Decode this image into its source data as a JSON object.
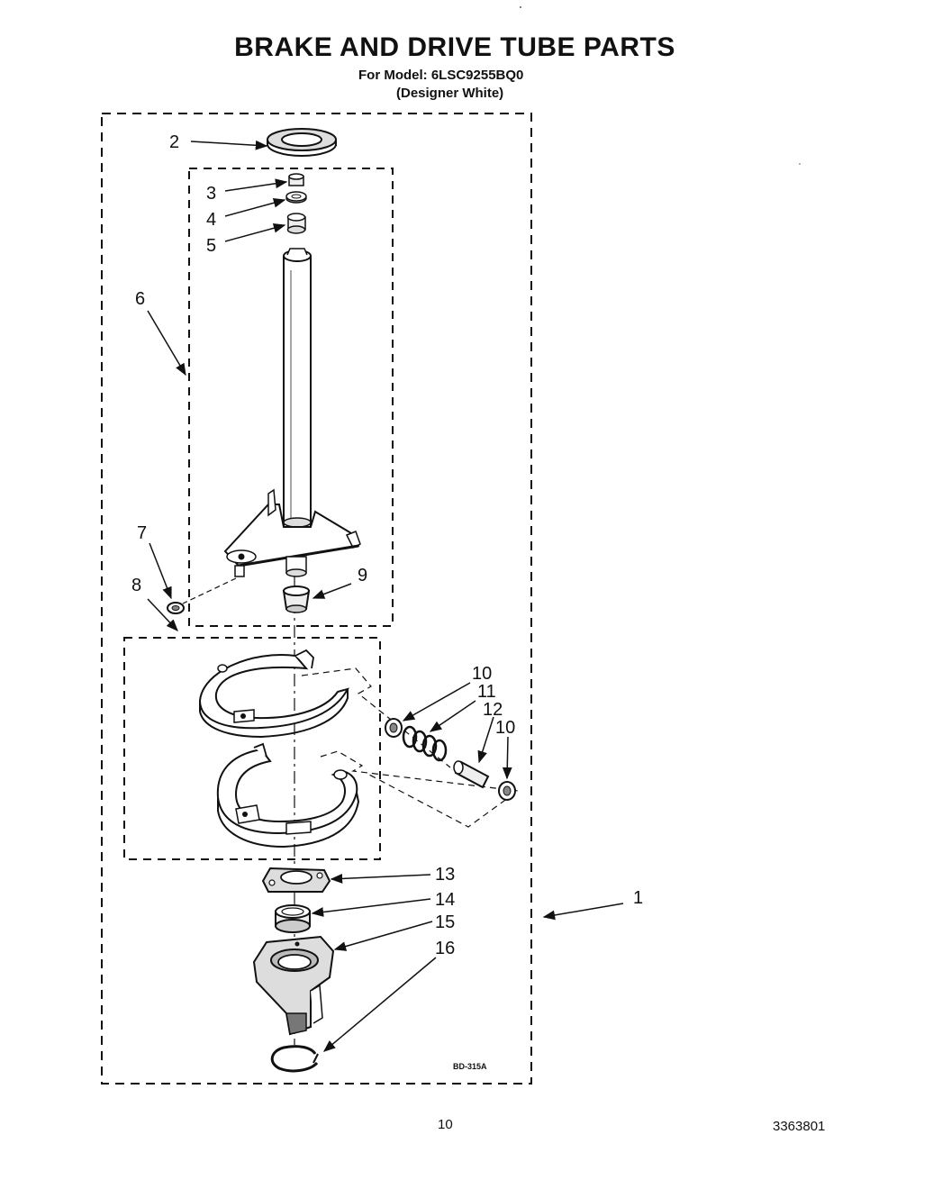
{
  "title": "BRAKE AND DRIVE TUBE PARTS",
  "model_line": "For Model: 6LSC9255BQ0",
  "variant_line": "(Designer White)",
  "diagram_code": "BD-315A",
  "page_number": "10",
  "document_number": "3363801",
  "callouts": {
    "c1": "1",
    "c2": "2",
    "c3": "3",
    "c4": "4",
    "c5": "5",
    "c6": "6",
    "c7": "7",
    "c8": "8",
    "c9": "9",
    "c10a": "10",
    "c11": "11",
    "c12": "12",
    "c10b": "10",
    "c13": "13",
    "c14": "14",
    "c15": "15",
    "c16": "16"
  }
}
